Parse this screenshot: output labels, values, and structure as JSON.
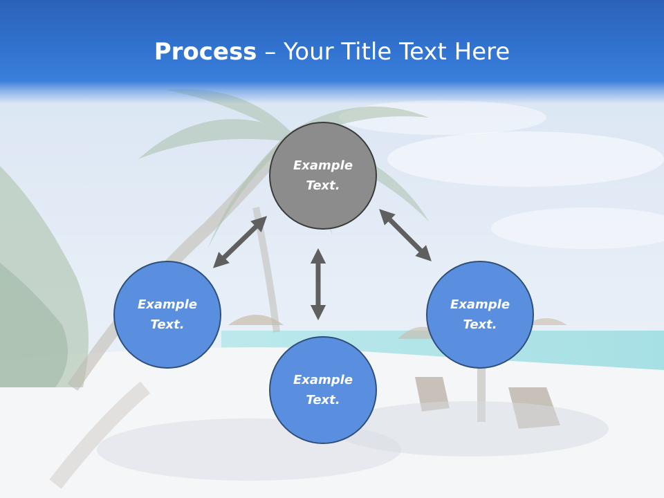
{
  "title": {
    "bold": "Process",
    "rest": " – Your Title Text Here"
  },
  "diagram": {
    "top": "Example\nText.",
    "left": "Example\nText.",
    "right": "Example\nText.",
    "bottom": "Example\nText."
  },
  "colors": {
    "header": "#3172cf",
    "circle_blue": "#5a8fe0",
    "circle_gray": "#8c8c8c",
    "arrow": "#5f5f5f"
  }
}
